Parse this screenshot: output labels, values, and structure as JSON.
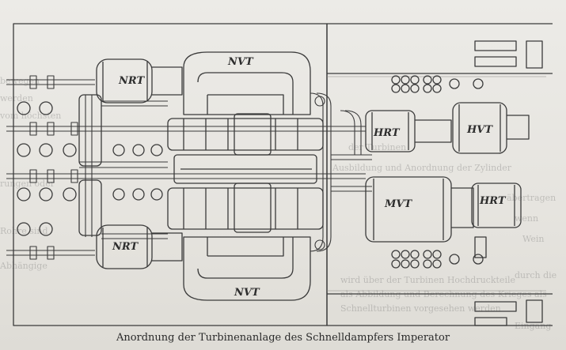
{
  "figure": {
    "caption": "Anordnung der Turbinenanlage des Schnelldampfers Imperator",
    "labels": {
      "nvt_top": "NVT",
      "nvt_bottom": "NVT",
      "nrt_top": "NRT",
      "nrt_bottom": "NRT",
      "hrt_top": "HRT",
      "hvt": "HVT",
      "mvt": "MVT",
      "hrt_bottom": "HRT"
    }
  },
  "colors": {
    "ink": "#3a3a3a",
    "paper": "#e9e7e2",
    "shade": "#cfccc5"
  },
  "bleed_through": [
    "bewegen",
    "werden",
    "vom höchsten",
    "rungen oder",
    "Rohre sind",
    "Abhängige",
    "äbertragen",
    "wenn",
    "Wein",
    "durch die",
    "Ausbildung und Anordnung der Zylinder",
    "der Turbinen",
    "wird über der Turbinen Hochdruckteile",
    "als Abbildung und Berechnung des Krieges als",
    "Schnellturbinen vorgesehen werden",
    "Eingang"
  ]
}
